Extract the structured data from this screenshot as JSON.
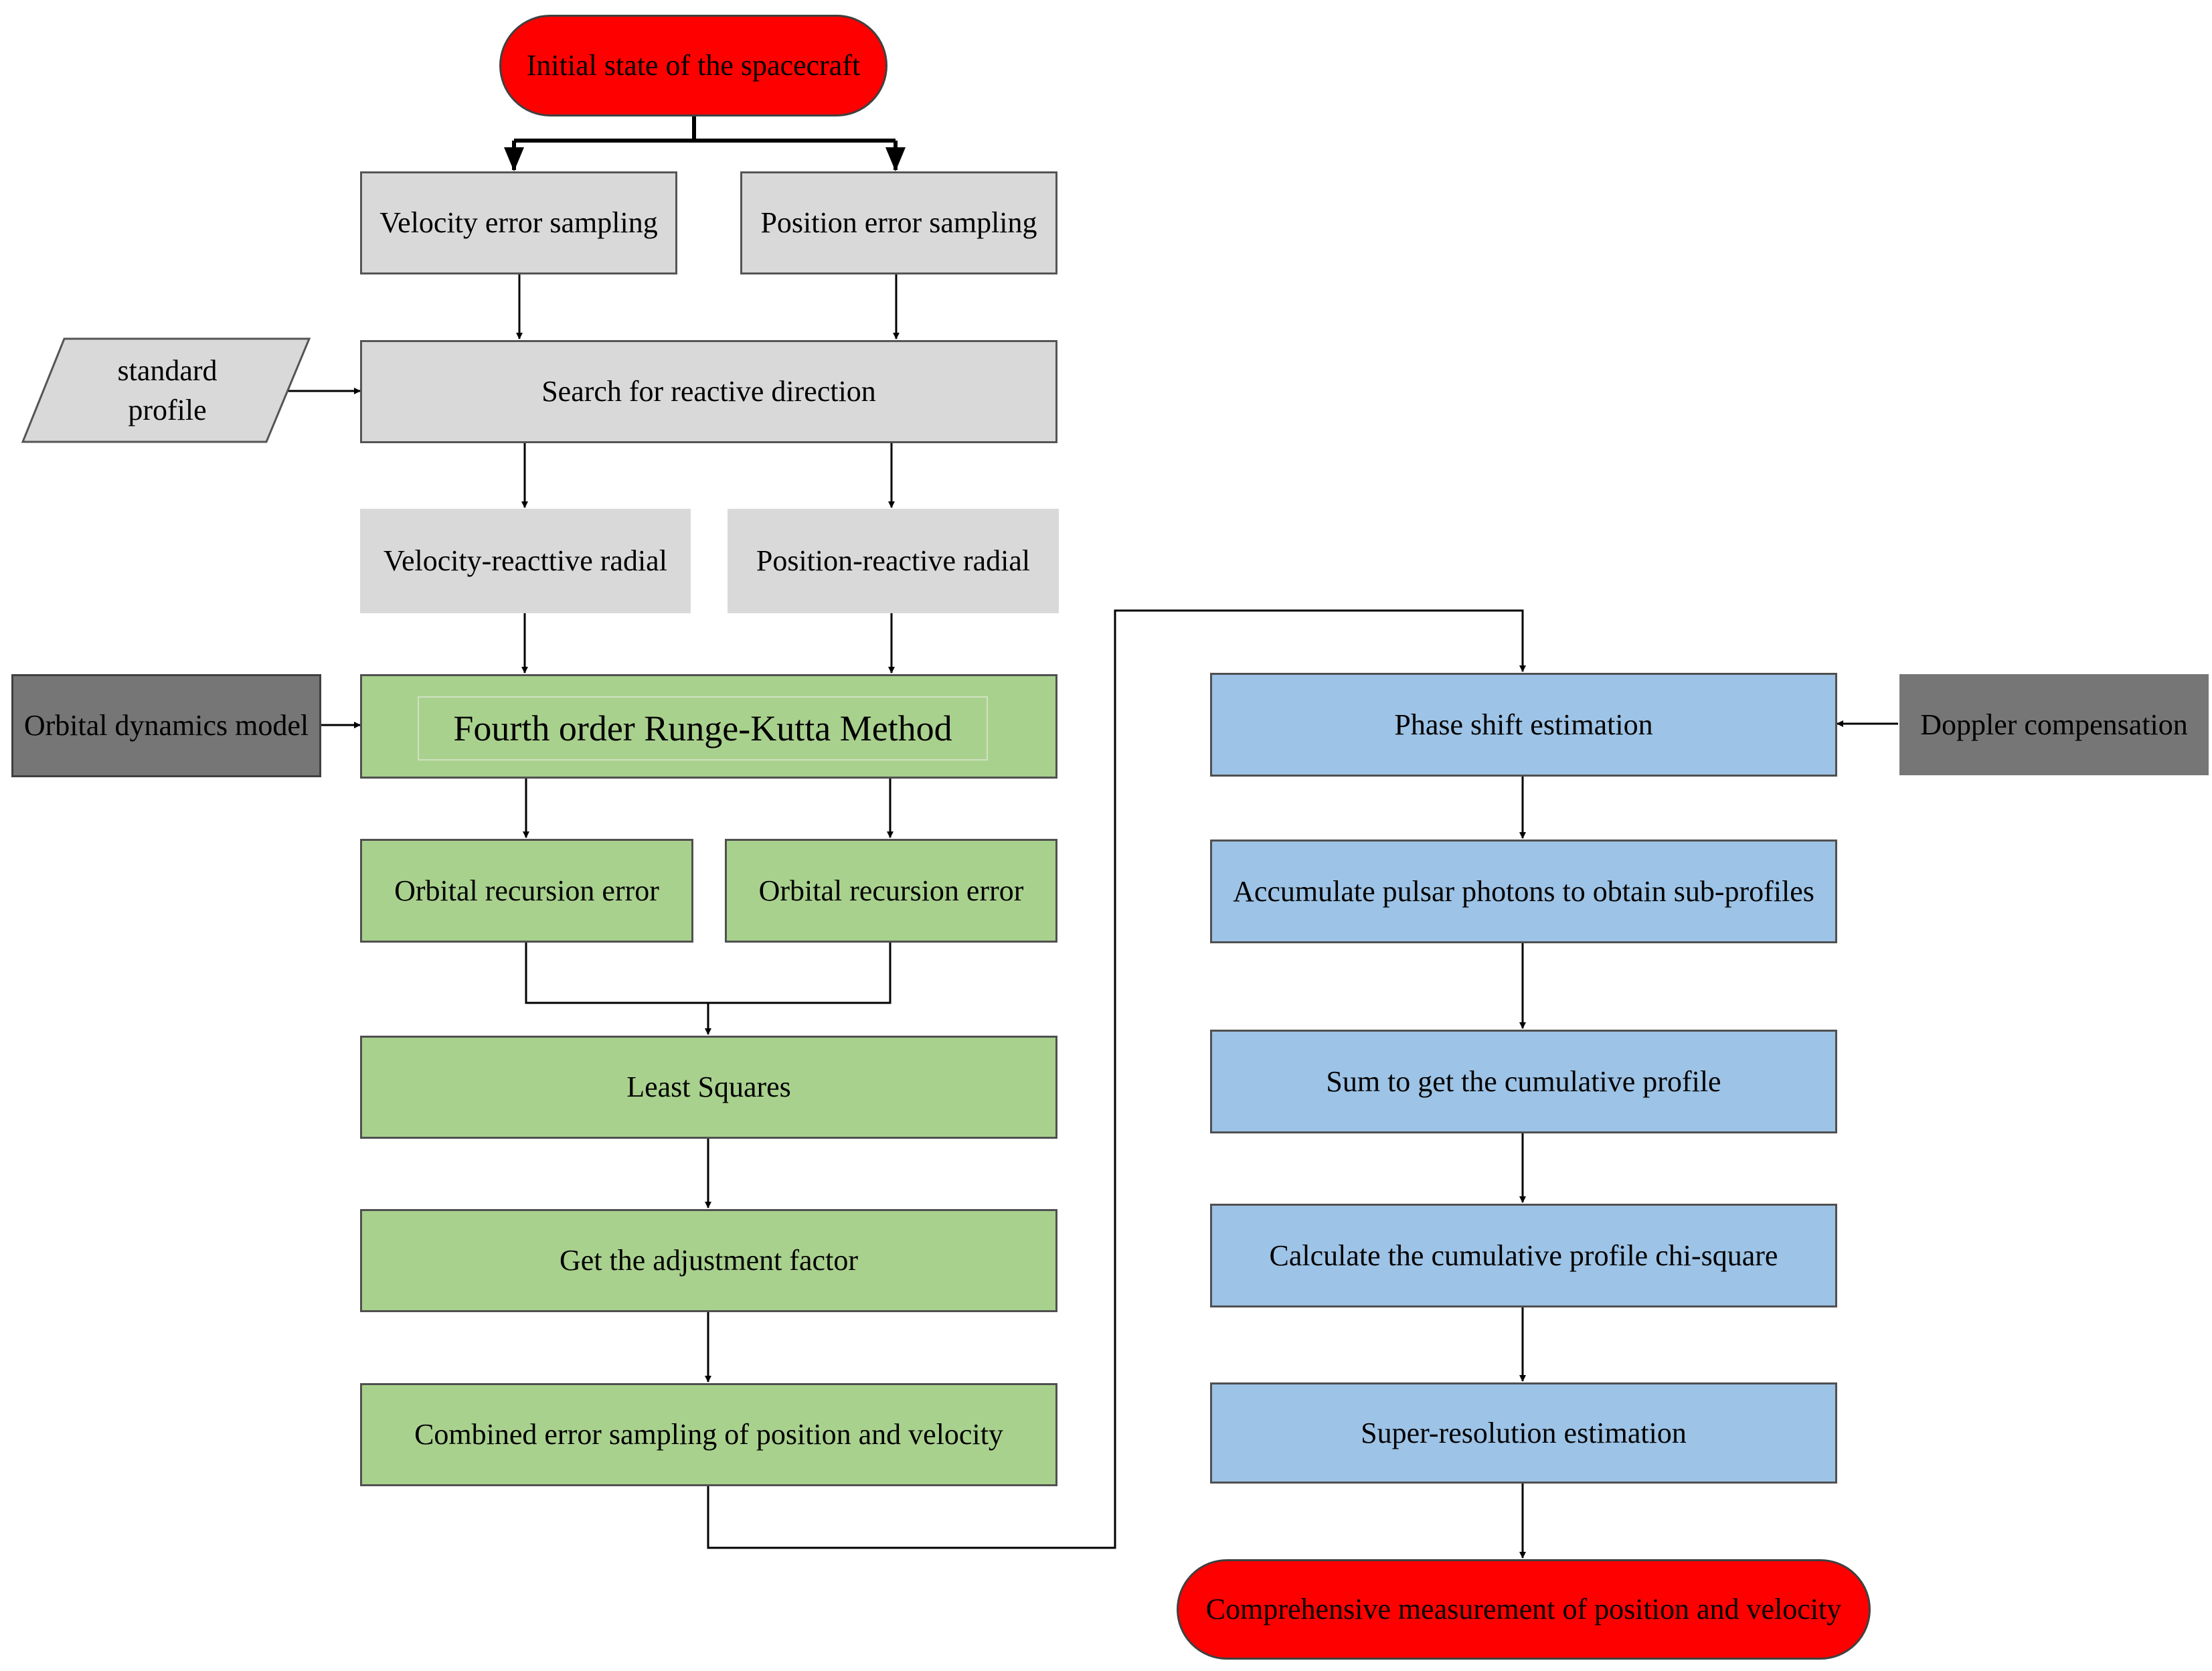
{
  "nodes": {
    "start": "Initial state of the spacecraft",
    "velocity_error_sampling": "Velocity error sampling",
    "position_error_sampling": "Position error sampling",
    "standard_profile_line1": "standard",
    "standard_profile_line2": "profile",
    "search_reactive_direction": "Search for reactive direction",
    "velocity_reactive_radial": "Velocity-reacttive radial",
    "position_reactive_radial": "Position-reactive radial",
    "orbital_dynamics_model": "Orbital dynamics model",
    "runge_kutta": "Fourth order Runge-Kutta Method",
    "orbital_recursion_error_left": "Orbital recursion error",
    "orbital_recursion_error_right": "Orbital recursion error",
    "least_squares": "Least Squares",
    "adjustment_factor": "Get the adjustment factor",
    "combined_error_sampling": "Combined error sampling of position and velocity",
    "phase_shift_estimation": "Phase shift estimation",
    "doppler_compensation": "Doppler compensation",
    "accumulate_photons": "Accumulate pulsar photons to obtain sub-profiles",
    "sum_cumulative_profile": "Sum to get the cumulative profile",
    "chi_square": "Calculate the cumulative profile chi-square",
    "super_resolution": "Super-resolution estimation",
    "end": "Comprehensive measurement of position and velocity"
  },
  "colors": {
    "terminal": "#ff0000",
    "gray": "#d9d9d9",
    "green": "#a9d18e",
    "blue": "#9dc3e6",
    "dark": "#767676"
  }
}
